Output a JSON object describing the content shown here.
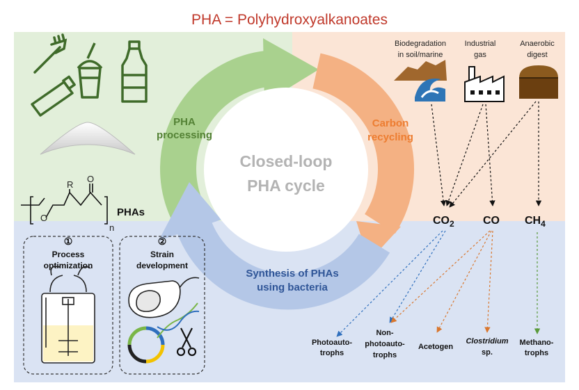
{
  "title": "PHA = Polyhydroxyalkanoates",
  "center": {
    "line1": "Closed-loop",
    "line2": "PHA cycle"
  },
  "stages": {
    "processing": {
      "line1": "PHA",
      "line2": "processing"
    },
    "recycling": {
      "line1": "Carbon",
      "line2": "recycling"
    },
    "synthesis": {
      "line1": "Synthesis of PHAs",
      "line2": "using bacteria"
    }
  },
  "sources": {
    "biodegradation": {
      "line1": "Biodegradation",
      "line2": "in soil/marine"
    },
    "industrial": {
      "line1": "Industrial",
      "line2": "gas"
    },
    "anaerobic": {
      "line1": "Anaerobic",
      "line2": "digest"
    }
  },
  "gases": {
    "co2": "CO",
    "co2_sub": "2",
    "co": "CO",
    "ch4": "CH",
    "ch4_sub": "4"
  },
  "organisms": {
    "photoautotrophs": {
      "line1": "Photoauto-",
      "line2": "trophs"
    },
    "nonphoto": {
      "line1": "Non-",
      "line2": "photoauto-",
      "line3": "trophs"
    },
    "acetogen": {
      "line1": "Acetogen"
    },
    "clostridium": {
      "line1": "Clostridium",
      "line2": "sp."
    },
    "methanotrophs": {
      "line1": "Methano-",
      "line2": "trophs"
    }
  },
  "polymer": {
    "label": "PHAs",
    "r": "R",
    "o_carbonyl": "O",
    "o_chain": "O",
    "n": "n"
  },
  "steps": {
    "process": {
      "number": "①",
      "line1": "Process",
      "line2": "optimization"
    },
    "strain": {
      "number": "②",
      "line1": "Strain",
      "line2": "development"
    }
  },
  "colors": {
    "green_bg": "#e2efda",
    "peach_bg": "#fbe5d6",
    "blue_bg": "#dae3f3",
    "green_arrow": "#a9d18e",
    "orange_arrow": "#f4b183",
    "blue_arrow": "#b4c7e7",
    "green_text": "#548235",
    "orange_text": "#ed7d31",
    "blue_text": "#2f5597",
    "title_red": "#c0392b"
  }
}
